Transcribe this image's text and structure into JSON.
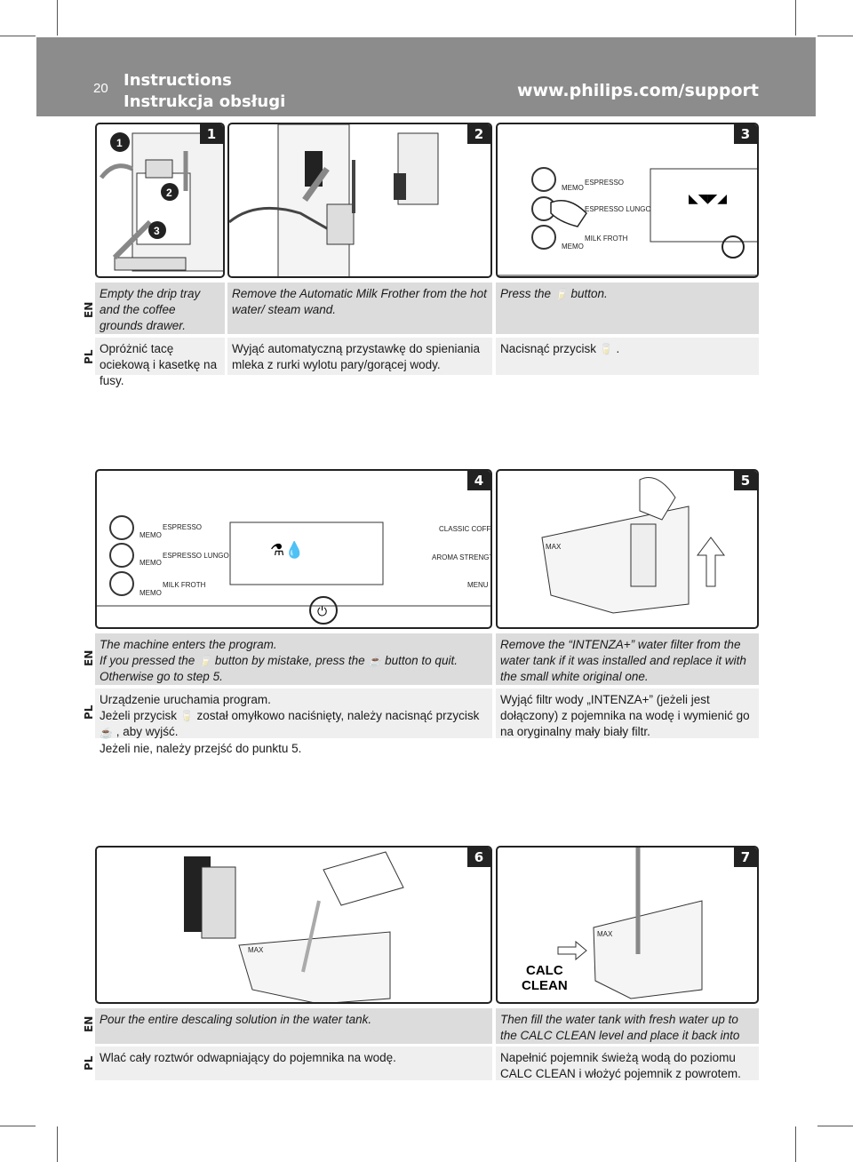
{
  "header": {
    "page_number": "20",
    "title_en": "Instructions",
    "title_pl": "Instrukcja obsługi",
    "url": "www.philips.com/support"
  },
  "lang": {
    "en": "EN",
    "pl": "PL"
  },
  "panel_labels": {
    "p1_callouts": [
      "1",
      "2",
      "3"
    ],
    "espresso": "ESPRESSO",
    "espresso_lungo": "ESPRESSO LUNGO",
    "milk_froth": "MILK FROTH",
    "memo": "MEMO",
    "classic_coffee": "CLASSIC COFFEE",
    "aroma_strength": "AROMA STRENGTH",
    "menu": "MENU",
    "max": "MAX",
    "calc": "CALC",
    "clean": "CLEAN"
  },
  "steps": [
    {
      "number": "1",
      "en": "Empty the drip tray and the coffee grounds drawer.",
      "pl": "Opróżnić tacę ociekową i kasetkę na fusy."
    },
    {
      "number": "2",
      "en": "Remove the Automatic Milk Frother from the hot water/ steam wand.",
      "pl": "Wyjąć automatyczną przystawkę do spieniania mleka z rurki wylotu pary/gorącej wody."
    },
    {
      "number": "3",
      "en_a": "Press the",
      "en_b": "button.",
      "pl_a": "Nacisnąć przycisk",
      "pl_b": "."
    },
    {
      "number": "4",
      "en_line1": "The machine enters the program.",
      "en_a": "If you pressed the",
      "en_b": "button by mistake, press the",
      "en_c": "button to quit. Otherwise go to step 5.",
      "pl_line1": "Urządzenie uruchamia program.",
      "pl_a": "Jeżeli przycisk",
      "pl_b": "został omyłkowo naciśnięty, należy nacisnąć przycisk",
      "pl_c": ", aby wyjść.",
      "pl_line3": "Jeżeli nie, należy przejść do punktu 5."
    },
    {
      "number": "5",
      "en": "Remove the “INTENZA+” water filter from the water tank if it was installed and replace it with the small white original one.",
      "pl": "Wyjąć filtr wody „INTENZA+” (jeżeli jest dołączony) z pojemnika na wodę i wymienić go na oryginalny mały biały filtr."
    },
    {
      "number": "6",
      "en": "Pour the entire descaling solution in the water tank.",
      "pl": "Wlać cały roztwór odwapniający do pojemnika na wodę."
    },
    {
      "number": "7",
      "en": "Then fill the water tank with fresh water up to the CALC CLEAN level and place it back into the machine.",
      "pl": "Napełnić pojemnik świeżą wodą do poziomu CALC CLEAN i włożyć pojemnik z powrotem."
    }
  ]
}
